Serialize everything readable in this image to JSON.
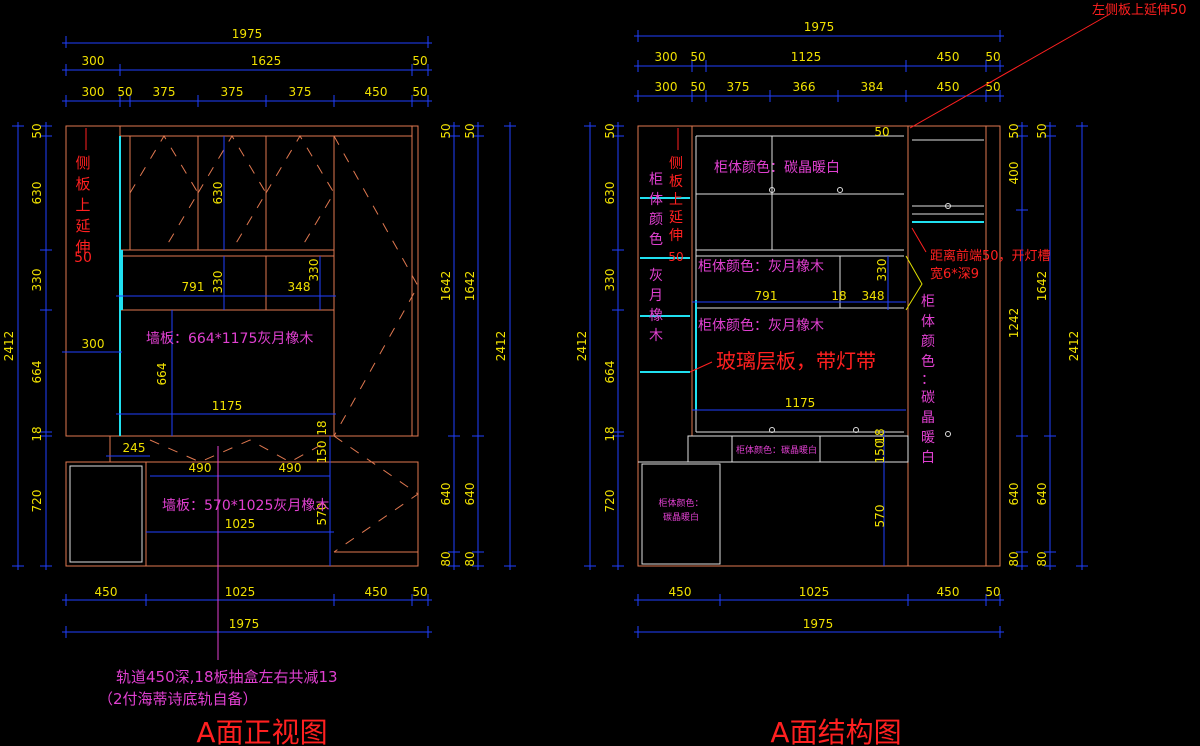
{
  "views": {
    "front": {
      "title": "A面正视图",
      "top_total": "1975",
      "top_row2": [
        "300",
        "1625",
        "50"
      ],
      "top_row3": [
        "300",
        "50",
        "375",
        "375",
        "375",
        "450",
        "50"
      ],
      "bottom_row": [
        "450",
        "1025",
        "450",
        "50"
      ],
      "bottom_total": "1975",
      "left_total": "2412",
      "left_segs": [
        "50",
        "630",
        "330",
        "664",
        "18",
        "720"
      ],
      "right_segs": [
        "50",
        "1642",
        "640",
        "80"
      ],
      "right_segs2": [
        "50",
        "1642",
        "640",
        "80"
      ],
      "right_total": "2412",
      "side_ext_note": [
        "侧",
        "板",
        "上",
        "延",
        "伸",
        "50"
      ],
      "inner_dims": {
        "d630": "630",
        "d330a": "330",
        "d330b": "330",
        "d791": "791",
        "d348": "348",
        "d300": "300",
        "d664": "664",
        "d1175": "1175",
        "d18": "18",
        "d245": "245",
        "d490a": "490",
        "d490b": "490",
        "d150": "150",
        "d570": "570",
        "d1025": "1025"
      },
      "wall_board_1": "墙板：664*1175灰月橡木",
      "wall_board_2": "墙板：570*1025灰月橡木",
      "rail_note_1": "轨道450深,18板抽盒左右共减13",
      "rail_note_2": "（2付海蒂诗底轨自备）"
    },
    "structure": {
      "title": "A面结构图",
      "top_total": "1975",
      "top_row2": [
        "300",
        "50",
        "1125",
        "450",
        "50"
      ],
      "top_row3": [
        "300",
        "50",
        "375",
        "366",
        "384",
        "450",
        "50"
      ],
      "bottom_row": [
        "450",
        "1025",
        "450",
        "50"
      ],
      "bottom_total": "1975",
      "left_total": "2412",
      "left_segs": [
        "50",
        "630",
        "330",
        "664",
        "18",
        "720"
      ],
      "right_segs": [
        "50",
        "400",
        "1242",
        "640",
        "80"
      ],
      "right_segs2": [
        "50",
        "1642",
        "640",
        "80"
      ],
      "right_total": "2412",
      "left_side_ext": "左侧板上延伸50",
      "side_ext_note": [
        "侧",
        "板",
        "上",
        "延",
        "伸",
        "50"
      ],
      "left_col_color_a": [
        "柜",
        "体",
        "颜",
        "色"
      ],
      "left_col_color_b": [
        "灰",
        "月",
        "橡",
        "木"
      ],
      "color_top": "柜体颜色：碳晶暖白",
      "color_mid1": "柜体颜色：灰月橡木",
      "color_mid2": "柜体颜色：灰月橡木",
      "color_drawer": "柜体颜色：碳晶暖白",
      "color_lower_left": [
        "柜体颜色：",
        "碳晶暖白"
      ],
      "right_col_color": [
        "柜",
        "体",
        "颜",
        "色",
        "：",
        "碳",
        "晶",
        "暖",
        "白"
      ],
      "glass_note": "玻璃层板，带灯带",
      "light_note_1": "距离前端50，开灯槽",
      "light_note_2": "宽6*深9",
      "inner_dims": {
        "d50": "50",
        "d330": "330",
        "d791": "791",
        "d18a": "18",
        "d348": "348",
        "d1175": "1175",
        "d18b": "18",
        "d150": "150",
        "d570": "570"
      }
    }
  }
}
